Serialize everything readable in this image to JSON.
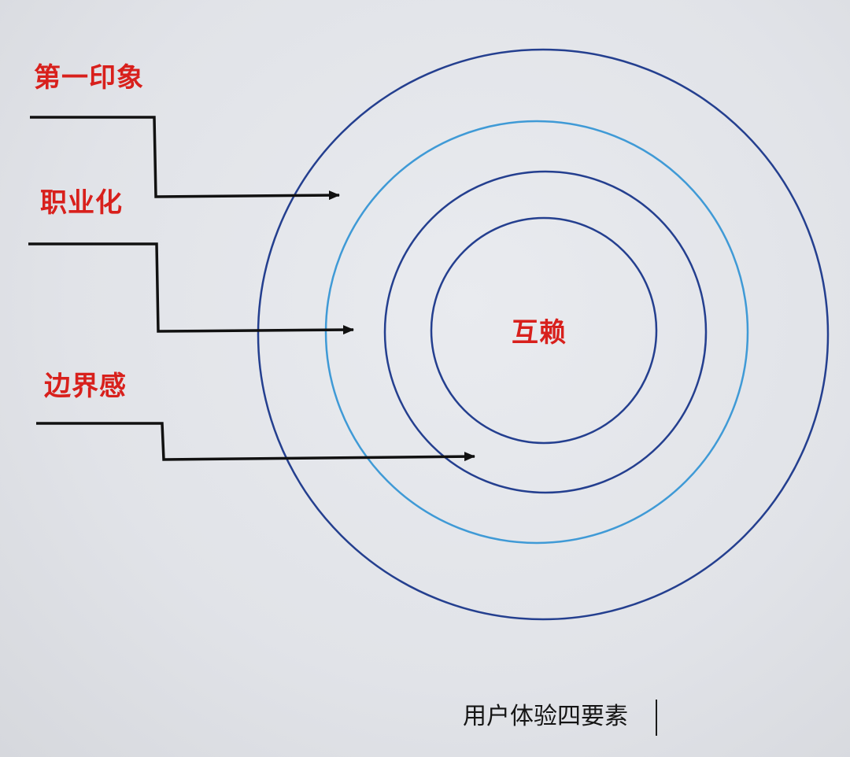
{
  "diagram": {
    "left_labels": [
      "第一印象",
      "职业化",
      "边界感"
    ],
    "center_label": "互赖",
    "caption": "用户体验四要素"
  },
  "colors": {
    "label_red": "#d8201c",
    "ring_dark_blue": "#243f8f",
    "ring_light_blue": "#3f9ad6",
    "arrow_black": "#111111",
    "caption_text": "#151515"
  },
  "icons": [
    "arrow-right-icon",
    "text-cursor-icon"
  ]
}
